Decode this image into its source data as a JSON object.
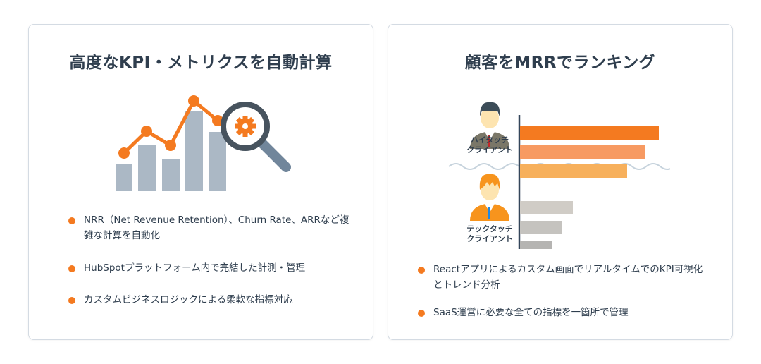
{
  "left_card": {
    "title": "高度なKPI・メトリクスを自動計算",
    "bullets": [
      "NRR（Net Revenue Retention）、Churn Rate、ARRなど複雑な計算を自動化",
      "HubSpotプラットフォーム内で完結した計測・管理",
      "カスタムビジネスロジックによる柔軟な指標対応"
    ]
  },
  "right_card": {
    "title": "顧客をMRRでランキング",
    "high_touch_label": [
      "ハイタッチ",
      "クライアント"
    ],
    "tech_touch_label": [
      "テックタッチ",
      "クライアント"
    ],
    "bullets": [
      "Reactアプリによるカスタム画面でリアルタイムでのKPI可視化とトレンド分析",
      "SaaS運営に必要な全ての指標を一箇所で管理"
    ]
  },
  "colors": {
    "accent": "#f47a20",
    "bar_gray": "#abb8c5",
    "dark": "#47535e"
  }
}
